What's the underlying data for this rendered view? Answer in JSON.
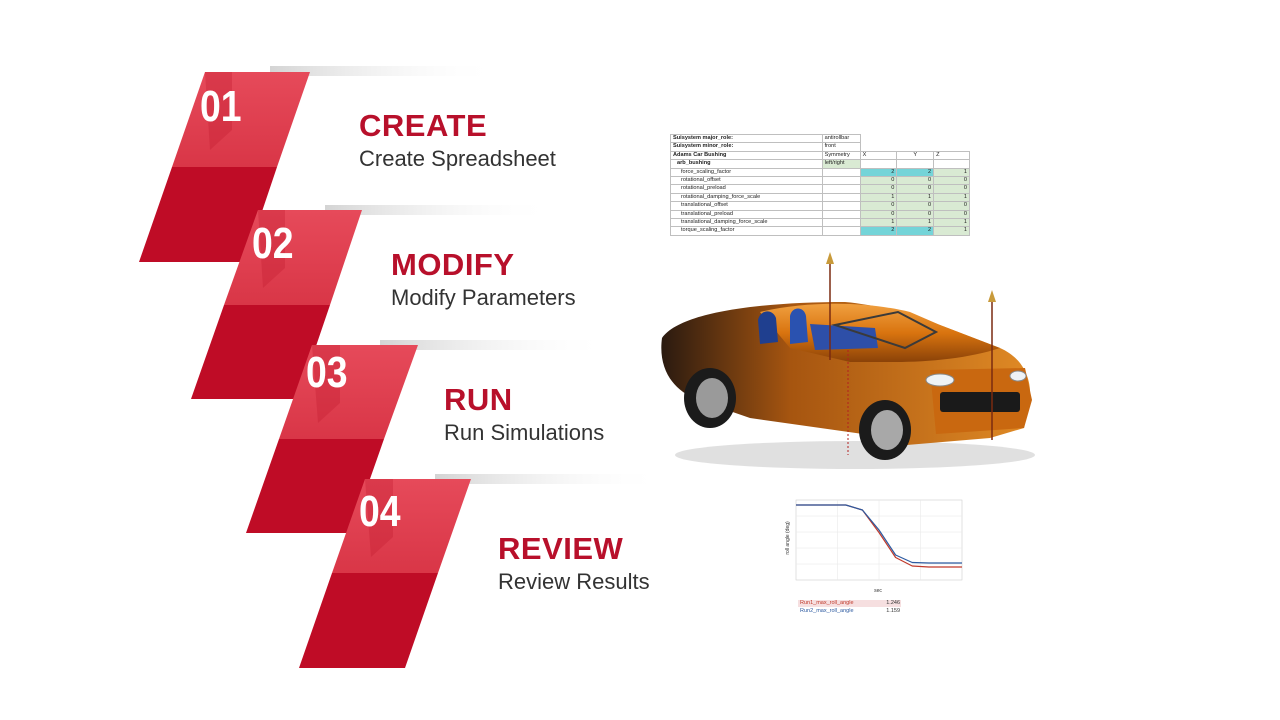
{
  "steps": [
    {
      "number": "01",
      "title": "CREATE",
      "subtitle": "Create Spreadsheet"
    },
    {
      "number": "02",
      "title": "MODIFY",
      "subtitle": "Modify Parameters"
    },
    {
      "number": "03",
      "title": "RUN",
      "subtitle": "Run Simulations"
    },
    {
      "number": "04",
      "title": "REVIEW",
      "subtitle": "Review Results"
    }
  ],
  "colors": {
    "brand_red": "#b8102b",
    "light_red": "#e03a4a",
    "text_dark": "#333333",
    "car_orange": "#d9740f"
  },
  "spreadsheet": {
    "header_rows": [
      {
        "label": "Suisystem major_role:",
        "value": "antirollbar"
      },
      {
        "label": "Suisystem minor_role:",
        "value": "front"
      }
    ],
    "column_header": {
      "label": "Adams Car Bushing",
      "symmetry": "Symmetry",
      "x": "X",
      "y": "Y",
      "z": "Z"
    },
    "group_row": {
      "label": "arb_bushing",
      "symmetry": "left/right"
    },
    "rows": [
      {
        "label": "force_scaling_factor",
        "x": "2",
        "y": "2",
        "z": "1"
      },
      {
        "label": "rotational_offset",
        "x": "0",
        "y": "0",
        "z": "0"
      },
      {
        "label": "rotational_preload",
        "x": "0",
        "y": "0",
        "z": "0"
      },
      {
        "label": "rotational_damping_force_scale",
        "x": "1",
        "y": "1",
        "z": "1"
      },
      {
        "label": "translational_offset",
        "x": "0",
        "y": "0",
        "z": "0"
      },
      {
        "label": "translational_preload",
        "x": "0",
        "y": "0",
        "z": "0"
      },
      {
        "label": "translational_damping_force_scale",
        "x": "1",
        "y": "1",
        "z": "1"
      },
      {
        "label": "torque_scaling_factor",
        "x": "2",
        "y": "2",
        "z": "1"
      }
    ]
  },
  "results": {
    "legend": [
      {
        "label": "Run1_max_roll_angle",
        "value": "1.246",
        "color": "#c0392b"
      },
      {
        "label": "Run2_max_roll_angle",
        "value": "1.159",
        "color": "#2c5aa0"
      }
    ]
  },
  "chart_data": {
    "type": "line",
    "xlabel": "sec",
    "ylabel": "roll angle (deg)",
    "series": [
      {
        "name": "Run1_max_roll_angle",
        "x": [
          0,
          0.3,
          0.4,
          0.5,
          0.6,
          0.7,
          0.8,
          1.0
        ],
        "y": [
          0,
          0,
          -0.1,
          -0.55,
          -1.05,
          -1.22,
          -1.24,
          -1.24
        ]
      },
      {
        "name": "Run2_max_roll_angle",
        "x": [
          0,
          0.3,
          0.4,
          0.5,
          0.6,
          0.7,
          0.8,
          1.0
        ],
        "y": [
          0,
          0,
          -0.1,
          -0.5,
          -1.0,
          -1.15,
          -1.16,
          -1.16
        ]
      }
    ]
  }
}
